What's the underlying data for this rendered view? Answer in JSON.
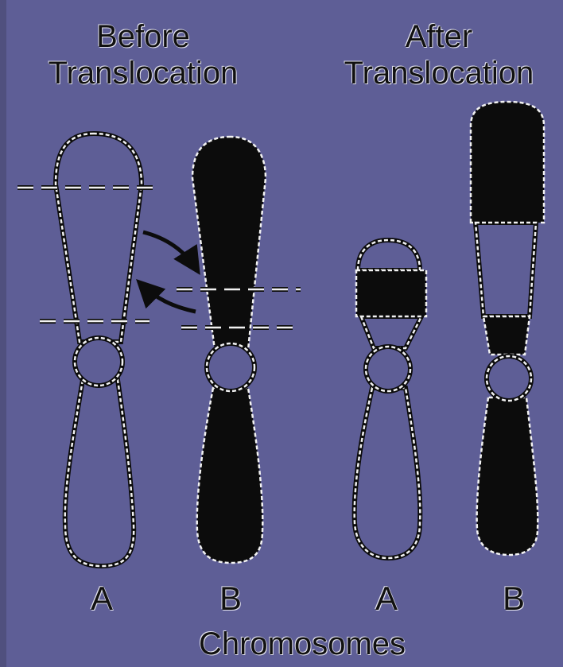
{
  "headings": {
    "before_line1": "Before",
    "before_line2": "Translocation",
    "after_line1": "After",
    "after_line2": "Translocation"
  },
  "chromosome_labels": [
    "A",
    "B",
    "A",
    "B"
  ],
  "footer": "Chromosomes",
  "colors": {
    "background": "#5e5e96",
    "outline": "#f2f2f2",
    "chromatin": "#0c0c0c",
    "text": "#111111"
  }
}
